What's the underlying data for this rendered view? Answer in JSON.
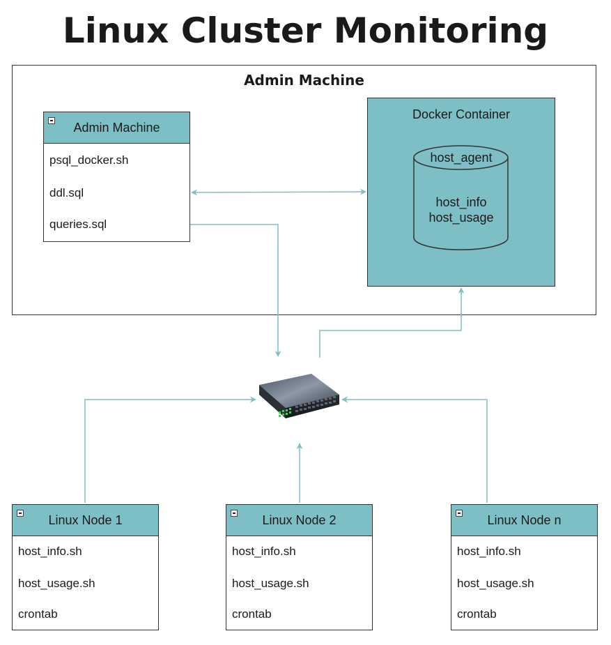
{
  "title": "Linux Cluster Monitoring",
  "admin_area": {
    "label": "Admin Machine",
    "panel": {
      "title": "Admin Machine",
      "items": [
        "psql_docker.sh",
        "ddl.sql",
        "queries.sql"
      ]
    },
    "docker": {
      "label": "Docker Container",
      "database": {
        "name": "host_agent",
        "tables": [
          "host_info",
          "host_usage"
        ]
      }
    }
  },
  "switch": {
    "icon": "network-switch-icon"
  },
  "nodes": [
    {
      "title": "Linux Node 1",
      "items": [
        "host_info.sh",
        "host_usage.sh",
        "crontab"
      ]
    },
    {
      "title": "Linux Node 2",
      "items": [
        "host_info.sh",
        "host_usage.sh",
        "crontab"
      ]
    },
    {
      "title": "Linux Node n",
      "items": [
        "host_info.sh",
        "host_usage.sh",
        "crontab"
      ]
    }
  ],
  "colors": {
    "header_fill": "#7dbfc4",
    "connector": "#7dbfc4",
    "border": "#333333",
    "text": "#1a1a1a"
  }
}
